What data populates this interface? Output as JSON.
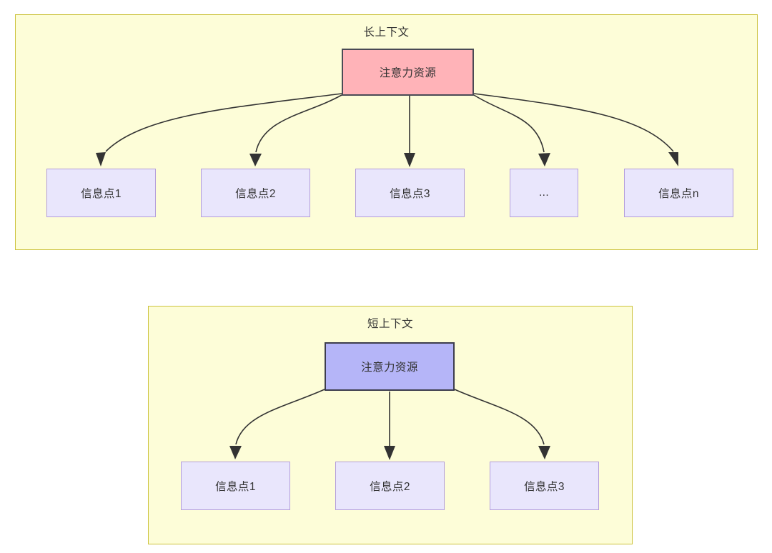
{
  "diagram": {
    "title_visible": false,
    "colors": {
      "panel_fill": "#fdfdd8",
      "panel_border": "#ccc23c",
      "attention_long_fill": "#ffb3b8",
      "attention_long_border": "#4a4a55",
      "attention_short_fill": "#b5b5f8",
      "attention_short_border": "#3d3d4d",
      "info_fill": "#e9e6fc",
      "info_border": "#b39ddb",
      "edge_stroke": "#333333",
      "text": "#333333"
    }
  },
  "groups": [
    {
      "id": "long-context",
      "title": "长上下文",
      "root": {
        "label": "注意力资源"
      },
      "children": [
        {
          "label": "信息点1"
        },
        {
          "label": "信息点2"
        },
        {
          "label": "信息点3"
        },
        {
          "label": "..."
        },
        {
          "label": "信息点n"
        }
      ]
    },
    {
      "id": "short-context",
      "title": "短上下文",
      "root": {
        "label": "注意力资源"
      },
      "children": [
        {
          "label": "信息点1"
        },
        {
          "label": "信息点2"
        },
        {
          "label": "信息点3"
        }
      ]
    }
  ]
}
